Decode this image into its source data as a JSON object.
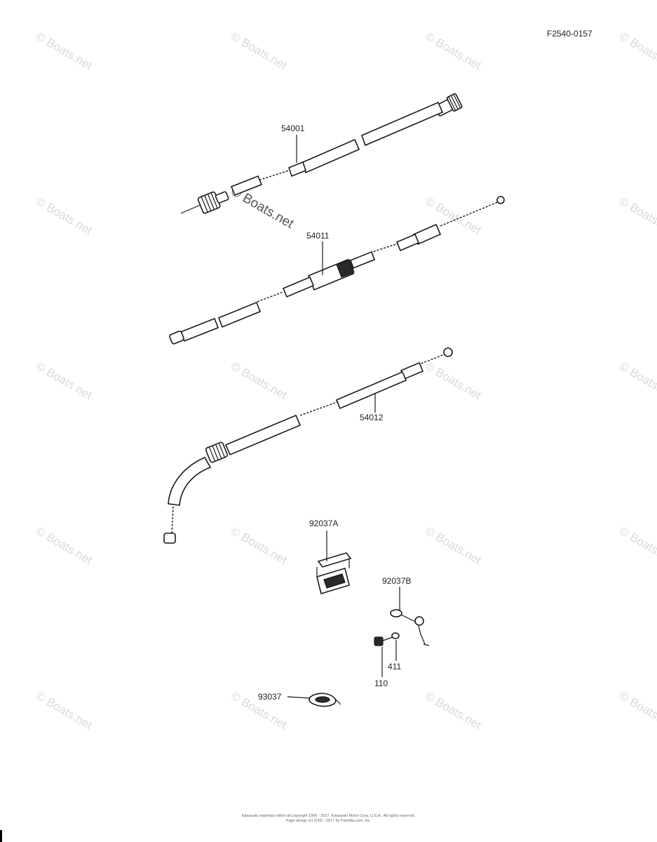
{
  "diagram_code": "F2540-0157",
  "parts": [
    {
      "number": "54001"
    },
    {
      "number": "54011"
    },
    {
      "number": "54012"
    },
    {
      "number": "92037A"
    },
    {
      "number": "92037B"
    },
    {
      "number": "411"
    },
    {
      "number": "110"
    },
    {
      "number": "93037"
    }
  ],
  "watermark": "© Boats.net",
  "footer": {
    "line1": "Kawasaki materials within all copyright 1996 - 2017, Kawasaki Motor Corp, U.S.A.. All rights reserved.",
    "line2": "Page design (c) 2002 - 2017 by Partzilla.com, Inc."
  },
  "colors": {
    "ink": "#1a1a1a",
    "watermark": "#d9d9d9",
    "background": "#ffffff"
  }
}
